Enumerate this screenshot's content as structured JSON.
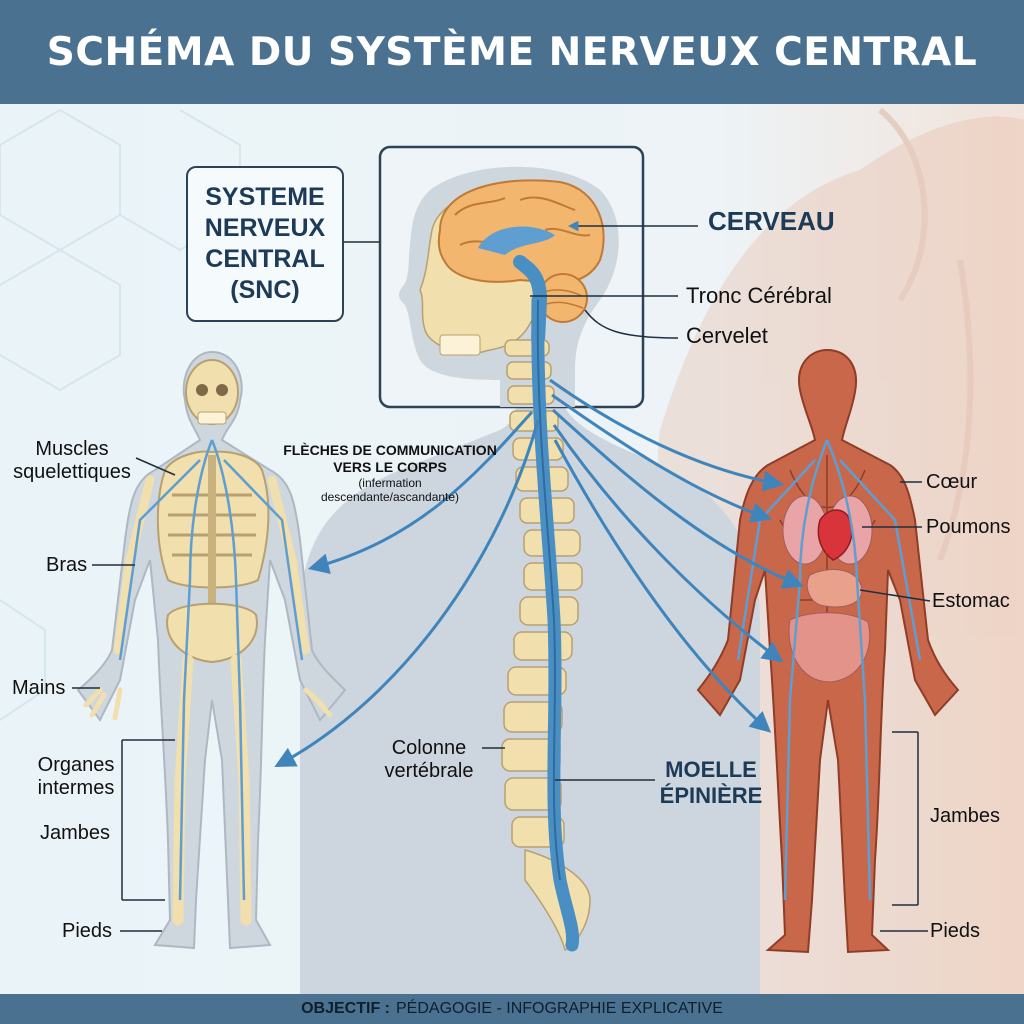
{
  "title": "SCHÉMA DU SYSTÈME NERVEUX CENTRAL",
  "snc_box": {
    "line1": "SYSTEME",
    "line2": "NERVEUX",
    "line3": "CENTRAL",
    "line4": "(SNC)"
  },
  "brain_labels": {
    "cerveau": "CERVEAU",
    "tronc": "Tronc Cérébral",
    "cervelet": "Cervelet"
  },
  "communication_note": {
    "title_line1": "FLÈCHES DE COMMUNICATION",
    "title_line2": "VERS LE CORPS",
    "sub_line1": "(infermation",
    "sub_line2": "descendante/ascandante)"
  },
  "spine_labels": {
    "colonne_line1": "Colonne",
    "colonne_line2": "vertébrale",
    "moelle_line1": "MOELLE",
    "moelle_line2": "ÉPINIÈRE"
  },
  "left_body_labels": {
    "muscles_line1": "Muscles",
    "muscles_line2": "squelettiques",
    "bras": "Bras",
    "mains": "Mains",
    "organes_line1": "Organes",
    "organes_line2": "intermes",
    "jambes": "Jambes",
    "pieds": "Pieds"
  },
  "right_body_labels": {
    "coeur": "Cœur",
    "poumons": "Poumons",
    "estomac": "Estomac",
    "jambes": "Jambes",
    "pieds": "Pieds"
  },
  "footer": {
    "label": "OBJECTIF :",
    "text": "PÉDAGOGIE - INFOGRAPHIE EXPLICATIVE"
  },
  "colors": {
    "header": "#4a7290",
    "nerve": "#4a8fc4",
    "bone": "#f1dfad",
    "brain": "#f3b66e",
    "muscle": "#c9674a",
    "heart": "#d8343a"
  }
}
